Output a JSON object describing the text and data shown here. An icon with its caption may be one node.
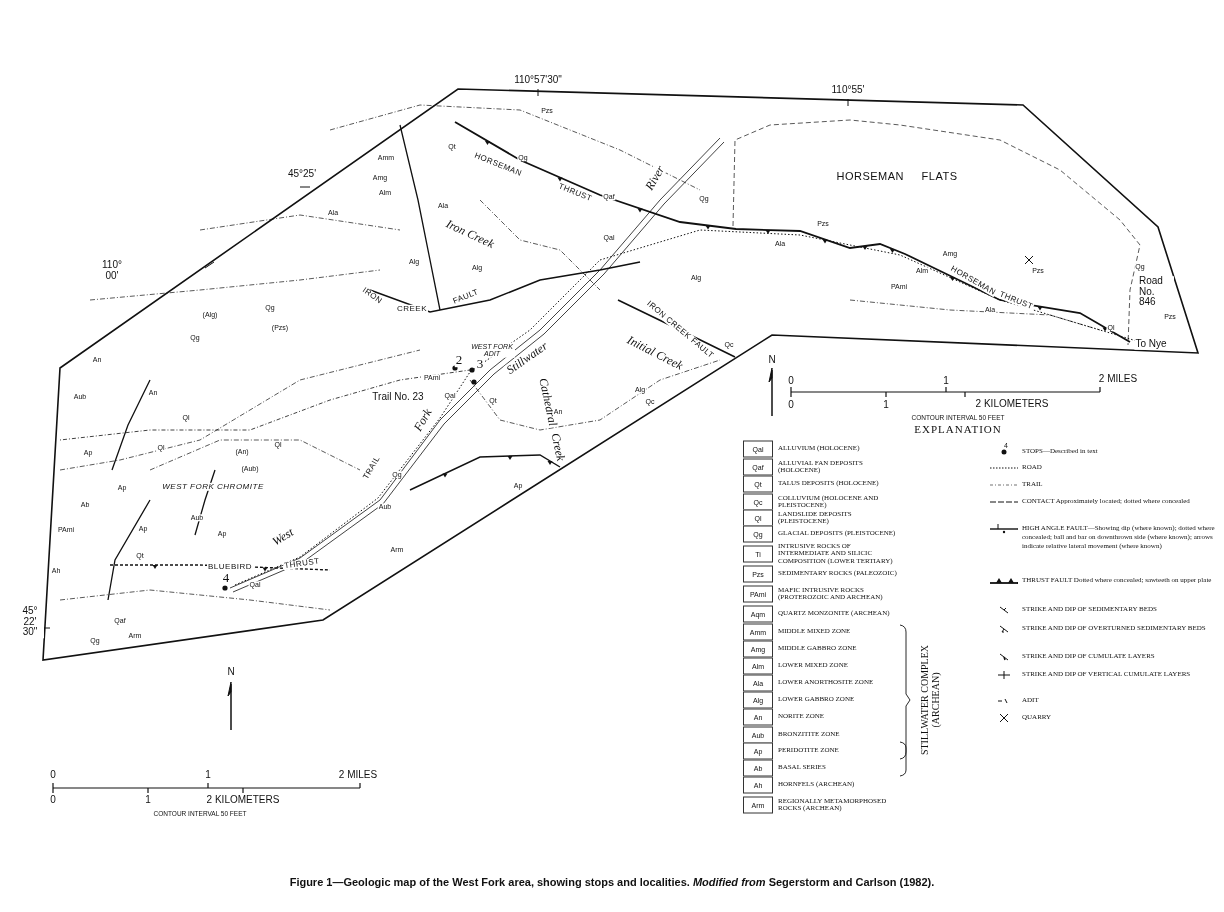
{
  "diagram": {
    "caption": "Figure 1—Geologic map of the West Fork area, showing stops and localities. *Modified from* Segerstorm and Carlson (1982).",
    "labels": [
      "110°57'30\"",
      "110°55'",
      "45°25'",
      "110° 00'",
      "45° 22' 30\"",
      "HORSEMAN FLATS",
      "HORSEMAN",
      "THRUST",
      "River",
      "Iron Creek",
      "IRON",
      "CREEK",
      "FAULT",
      "IRON CREEK FAULT",
      "Initial Creek",
      "HORSEMAN",
      "THRUST",
      "Road No. 846",
      "To Nye",
      "WEST FORK ADIT",
      "Stillwater",
      "2",
      "3",
      "Trail No. 23",
      "Fork",
      "Cathedral",
      "Creek",
      "TRAIL",
      "WEST FORK CHROMITE",
      "West",
      "BLUEBIRD",
      "THRUST",
      "4",
      "Pzs",
      "Amm",
      "Amg",
      "Alm",
      "Ala",
      "Qg",
      "Qt",
      "Ala",
      "Alg",
      "Alg",
      "Qaf",
      "Qal",
      "Qg",
      "Qg",
      "An",
      "An",
      "Aub",
      "Ql",
      "Ql",
      "(An)",
      "(Aub)",
      "Ql",
      "Ap",
      "Ap",
      "Ab",
      "Ah",
      "Aub",
      "Ap",
      "Ap",
      "Qal",
      "Qg",
      "Aub",
      "Arm",
      "PAmi",
      "Qt",
      "PAmi",
      "(Alg)",
      "(Pzs)",
      "Qal",
      "Qt",
      "An",
      "Ap",
      "Alg",
      "Qc",
      "Qg",
      "Alg",
      "Pzs",
      "Ala",
      "Alm",
      "Amg",
      "PAmi",
      "Ala",
      "Pzs",
      "Qg",
      "Pzs",
      "Ql",
      "Qc",
      "Qaf",
      "Qg",
      "Arm",
      "N",
      "0",
      "1",
      "2 MILES",
      "0",
      "1",
      "2 KILOMETERS",
      "CONTOUR INTERVAL 50 FEET",
      "N",
      "0",
      "1",
      "2 MILES",
      "0",
      "1",
      "2 KILOMETERS",
      "CONTOUR INTERVAL 50 FEET",
      "EXPLANATION",
      "Qal",
      "ALLUVIUM (HOLOCENE)",
      "Qaf",
      "ALLUVIAL FAN DEPOSITS (HOLOCENE)",
      "Qt",
      "TALUS DEPOSITS (HOLOCENE)",
      "Qc",
      "COLLUVIUM (HOLOCENE AND PLEISTOCENE)",
      "Ql",
      "LANDSLIDE DEPOSITS (PLEISTOCENE)",
      "Qg",
      "GLACIAL DEPOSITS (PLEISTOCENE)",
      "Ti",
      "INTRUSIVE ROCKS OF INTERMEDIATE AND SILICIC COMPOSITION (LOWER TERTIARY)",
      "Pzs",
      "SEDIMENTARY ROCKS (PALEOZOIC)",
      "PAmi",
      "MAFIC INTRUSIVE ROCKS (PROTEROZOIC AND ARCHEAN)",
      "Aqm",
      "QUARTZ MONZONITE (ARCHEAN)",
      "Amm",
      "MIDDLE MIXED ZONE",
      "Amg",
      "MIDDLE GABBRO ZONE",
      "Alm",
      "LOWER MIXED ZONE",
      "Ala",
      "LOWER ANORTHOSITE ZONE",
      "Alg",
      "LOWER GABBRO ZONE",
      "An",
      "NORITE ZONE",
      "Aub",
      "BRONZITITE ZONE",
      "Ap",
      "PERIDOTITE ZONE",
      "Ab",
      "BASAL SERIES",
      "Ah",
      "HORNFELS (ARCHEAN)",
      "Arm",
      "REGIONALLY METAMORPHOSED ROCKS (ARCHEAN)",
      "STILLWATER COMPLEX (ARCHEAN)",
      "4"
    ],
    "legend": [
      {
        "text": "STOPS—Described in text"
      },
      {
        "text": "ROAD"
      },
      {
        "text": "TRAIL"
      },
      {
        "text": "CONTACT Approximately located; dotted where concealed"
      },
      {
        "text": "HIGH ANGLE FAULT—Showing dip (where known); dotted where concealed; ball and bar on downthrown side (where known); arrows indicate relative lateral movement (where known)"
      },
      {
        "text": "THRUST FAULT Dotted where concealed; sawteeth on upper plate"
      },
      {
        "text": "STRIKE AND DIP OF SEDIMENTARY BEDS"
      },
      {
        "text": "STRIKE AND DIP OF OVERTURNED SEDIMENTARY BEDS"
      },
      {
        "text": "STRIKE AND DIP OF CUMULATE LAYERS"
      },
      {
        "text": "STRIKE AND DIP OF VERTICAL CUMULATE LAYERS"
      },
      {
        "text": "ADIT"
      },
      {
        "text": "QUARRY"
      }
    ]
  }
}
